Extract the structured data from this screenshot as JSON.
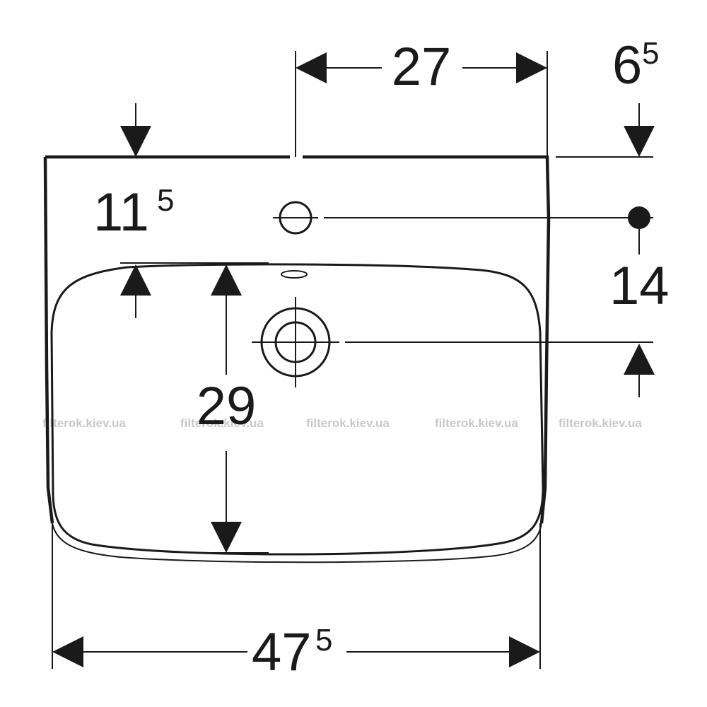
{
  "diagram": {
    "colors": {
      "line": "#1a1a1a",
      "watermark": "#c9c9c9",
      "background": "#ffffff"
    },
    "dimensions": {
      "tap_to_edge": {
        "main": "27",
        "sup": ""
      },
      "tap_hole_offset": {
        "main": "6",
        "sup": "5"
      },
      "rim_height": {
        "main": "11",
        "sup": "5"
      },
      "overflow_to_drain": {
        "main": "14",
        "sup": ""
      },
      "bowl_depth": {
        "main": "29",
        "sup": ""
      },
      "total_width": {
        "main": "47",
        "sup": "5"
      }
    },
    "watermarks": [
      "filterok.kiev.ua",
      "filterok.kiev.ua",
      "filterok.kiev.ua",
      "filterok.kiev.ua",
      "filterok.kiev.ua"
    ]
  }
}
